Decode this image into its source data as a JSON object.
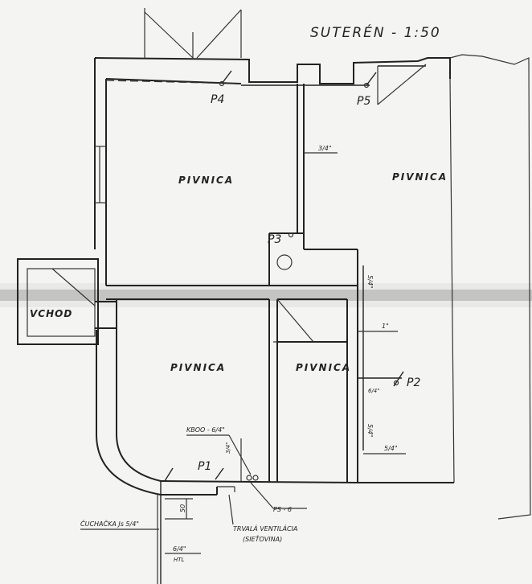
{
  "title": "SUTERÉN - 1:50",
  "rooms": {
    "top_left": "PIVNICA",
    "top_right": "PIVNICA",
    "bottom_left": "PIVNICA",
    "bottom_mid": "PIVNICA",
    "entrance": "VCHOD"
  },
  "points": {
    "p1": "P1",
    "p2": "P2",
    "p3": "P3",
    "p4": "P4",
    "p5": "P5"
  },
  "pipe_labels": {
    "top_vertical": "3/4\"",
    "right_upper": "5/4\"",
    "right_one": "1\"",
    "right_p2": "6/4\"",
    "right_lower": "5/4\"",
    "right_bottom": "5/4\"",
    "near_p1": "3/4\"",
    "dim_50": "50",
    "dim_64": "6/4\"",
    "htl": "HTL"
  },
  "notes": {
    "kboo": "KBOO - 6/4\"",
    "ps6": "PS - 6",
    "cuchacka": "ČUCHAČKA Js 5/4\"",
    "ventilation_1": "TRVALÁ VENTILÁCIA",
    "ventilation_2": "(SIEŤOVINA)"
  }
}
